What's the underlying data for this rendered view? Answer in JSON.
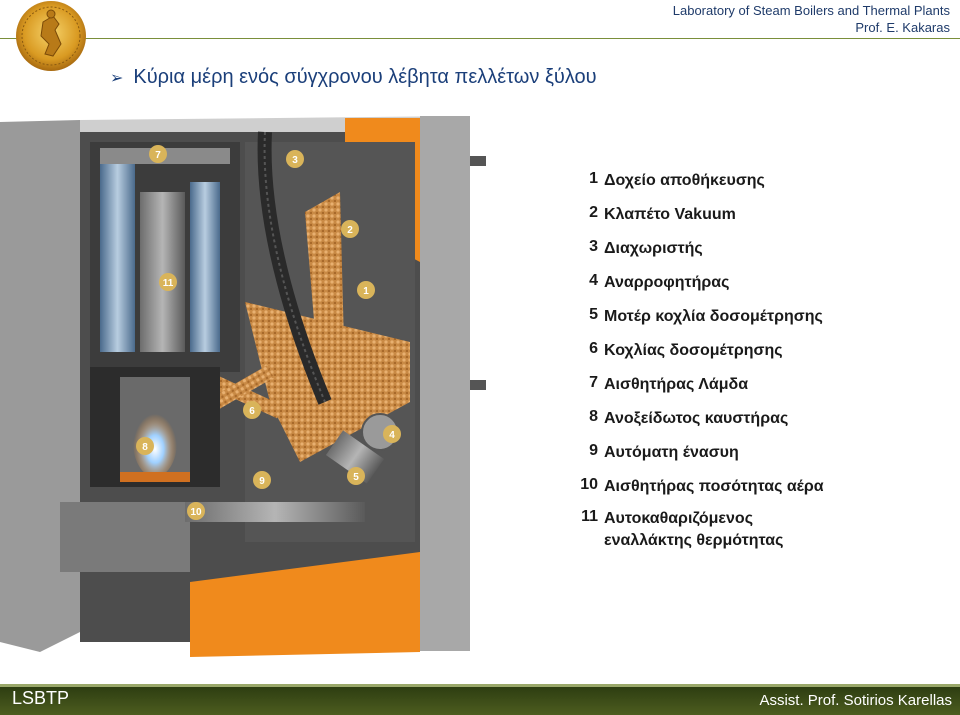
{
  "header": {
    "lab_line1": "Laboratory of Steam Boilers and Thermal Plants",
    "lab_line2": "Prof. E. Kakaras"
  },
  "slide": {
    "title": "Κύρια μέρη ενός σύγχρονου λέβητα πελλέτων ξύλου"
  },
  "legend": [
    {
      "num": "1",
      "label": "Δοχείο αποθήκευσης"
    },
    {
      "num": "2",
      "label": "Κλαπέτο Vakuum"
    },
    {
      "num": "3",
      "label": "Διαχωριστής"
    },
    {
      "num": "4",
      "label": "Αναρροφητήρας"
    },
    {
      "num": "5",
      "label": "Μοτέρ κοχλία δοσομέτρησης"
    },
    {
      "num": "6",
      "label": "Κοχλίας δοσομέτρησης"
    },
    {
      "num": "7",
      "label": "Αισθητήρας Λάμδα"
    },
    {
      "num": "8",
      "label": "Ανοξείδωτος καυστήρας"
    },
    {
      "num": "9",
      "label": "Αυτόματη ένασυη"
    },
    {
      "num": "10",
      "label": "Αισθητήρας ποσότητας αέρα"
    },
    {
      "num": "11",
      "label": "Αυτοκαθαριζόμενος εναλλάκτης θερμότητας"
    }
  ],
  "diagram_labels": [
    "1",
    "2",
    "3",
    "4",
    "5",
    "6",
    "7",
    "8",
    "9",
    "10",
    "11"
  ],
  "footer": {
    "left": "LSBTP",
    "right": "Assist. Prof. Sotirios Karellas"
  },
  "colors": {
    "title_blue": "#1b3f7a",
    "footer_green": "#3a4a18",
    "orange": "#f08a1c",
    "pellet": "#d9a060"
  }
}
